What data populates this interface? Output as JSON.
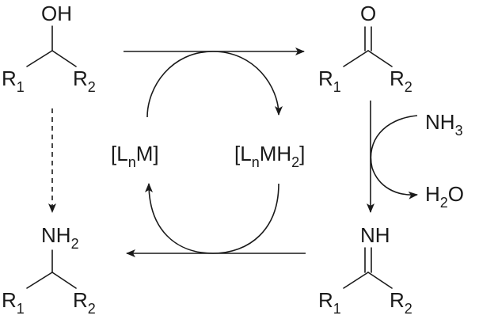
{
  "alcohol": {
    "group_label": "OH",
    "r1": {
      "base": "R",
      "sub": "1"
    },
    "r2": {
      "base": "R",
      "sub": "2"
    }
  },
  "ketone": {
    "group_label": "O",
    "r1": {
      "base": "R",
      "sub": "1"
    },
    "r2": {
      "base": "R",
      "sub": "2"
    }
  },
  "imine": {
    "group_label": "NH",
    "r1": {
      "base": "R",
      "sub": "1"
    },
    "r2": {
      "base": "R",
      "sub": "2"
    }
  },
  "amine": {
    "group_base": "NH",
    "group_sub": "2",
    "r1": {
      "base": "R",
      "sub": "1"
    },
    "r2": {
      "base": "R",
      "sub": "2"
    }
  },
  "catalyst": {
    "oxidized": {
      "open": "[L",
      "sub": "n",
      "close": "M]"
    },
    "reduced": {
      "open": "[L",
      "sub": "n",
      "close": "MH",
      "sub2": "2",
      "end": "]"
    }
  },
  "condensation": {
    "reagent": {
      "base": "NH",
      "sub": "3"
    },
    "byproduct": {
      "base": "H",
      "sub": "2",
      "end": "O"
    }
  }
}
